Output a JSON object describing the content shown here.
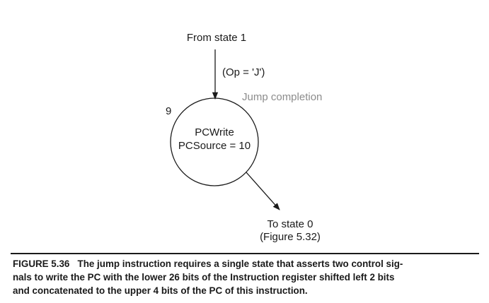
{
  "diagram": {
    "incoming_label": "From state 1",
    "condition_label": "(Op = 'J')",
    "state_name": "Jump completion",
    "state_number": "9",
    "state_signals": [
      "PCWrite",
      "PCSource = 10"
    ],
    "outgoing_label_line1": "To state 0",
    "outgoing_label_line2": "(Figure 5.32)"
  },
  "caption": {
    "lines": [
      "FIGURE 5.36   The jump instruction requires a single state that asserts two control sig-",
      "nals to write the PC with the lower 26 bits of the Instruction register shifted left 2 bits",
      "and concatenated to the upper 4 bits of the PC of this instruction."
    ]
  },
  "colors": {
    "ink": "#1a1a1a",
    "gray_label": "#8c8c8c"
  }
}
